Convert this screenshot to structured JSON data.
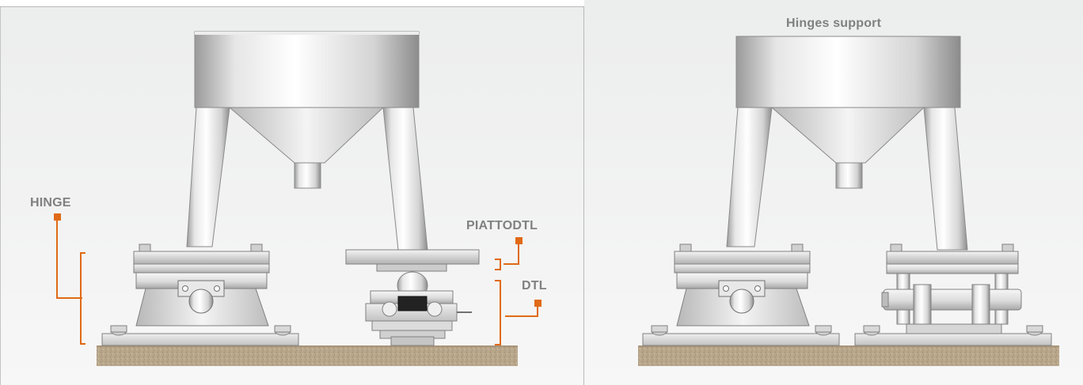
{
  "diagram": {
    "left_panel": {
      "labels": {
        "hinge": "HINGE",
        "plate": "PIATTODTL",
        "load_cell": "DTL"
      }
    },
    "right_panel": {
      "title": "Hinges support"
    },
    "colors": {
      "callout_orange": "#e06a16",
      "label_gray": "#808080",
      "steel_light": "#f2f2f2",
      "steel_mid": "#c9c9c9",
      "steel_dark": "#8a8a8a",
      "ground": "#b8a589"
    }
  }
}
